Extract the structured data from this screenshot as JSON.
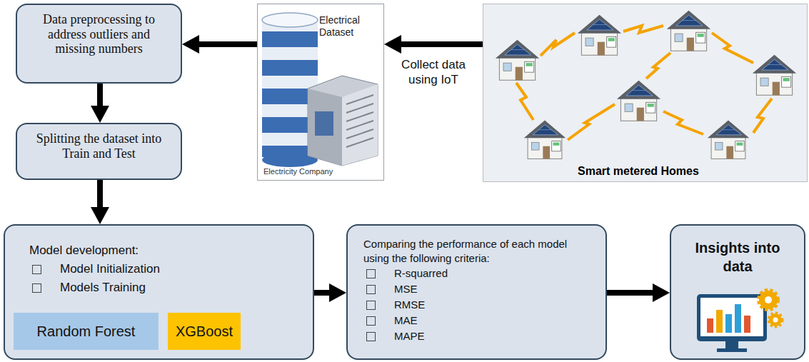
{
  "diagram": {
    "nodes": [
      {
        "text": [
          "Data preprocessing to address outliers and missing numbers"
        ]
      },
      {
        "text": [
          "Electrical Dataset",
          "Electricity Company"
        ]
      },
      {
        "text": [
          "Smart metered Homes"
        ]
      },
      {
        "text": [
          "Splitting the dataset into Train and Test"
        ]
      },
      {
        "text": [
          "Model development:",
          "Model Initialization",
          "Models Training"
        ]
      },
      {
        "text": [
          "Random Forest"
        ],
        "in": 4
      },
      {
        "text": [
          "XGBoost"
        ],
        "in": 4
      },
      {
        "text": [
          "Comparing the performance of each model using the following criteria:",
          "R-squarred",
          "MSE",
          "RMSE",
          "MAE",
          "MAPE"
        ]
      },
      {
        "text": [
          "Insights into data"
        ]
      }
    ],
    "edges": [
      {
        "from": 2,
        "to": 1,
        "arrow": "to",
        "label": "Collect data using IoT"
      },
      {
        "from": 1,
        "to": 0,
        "arrow": "to"
      },
      {
        "from": 0,
        "to": 3,
        "arrow": "to"
      },
      {
        "from": 3,
        "to": 4,
        "arrow": "to"
      },
      {
        "from": 4,
        "to": 7,
        "arrow": "to"
      },
      {
        "from": 7,
        "to": 8,
        "arrow": "to"
      }
    ]
  }
}
